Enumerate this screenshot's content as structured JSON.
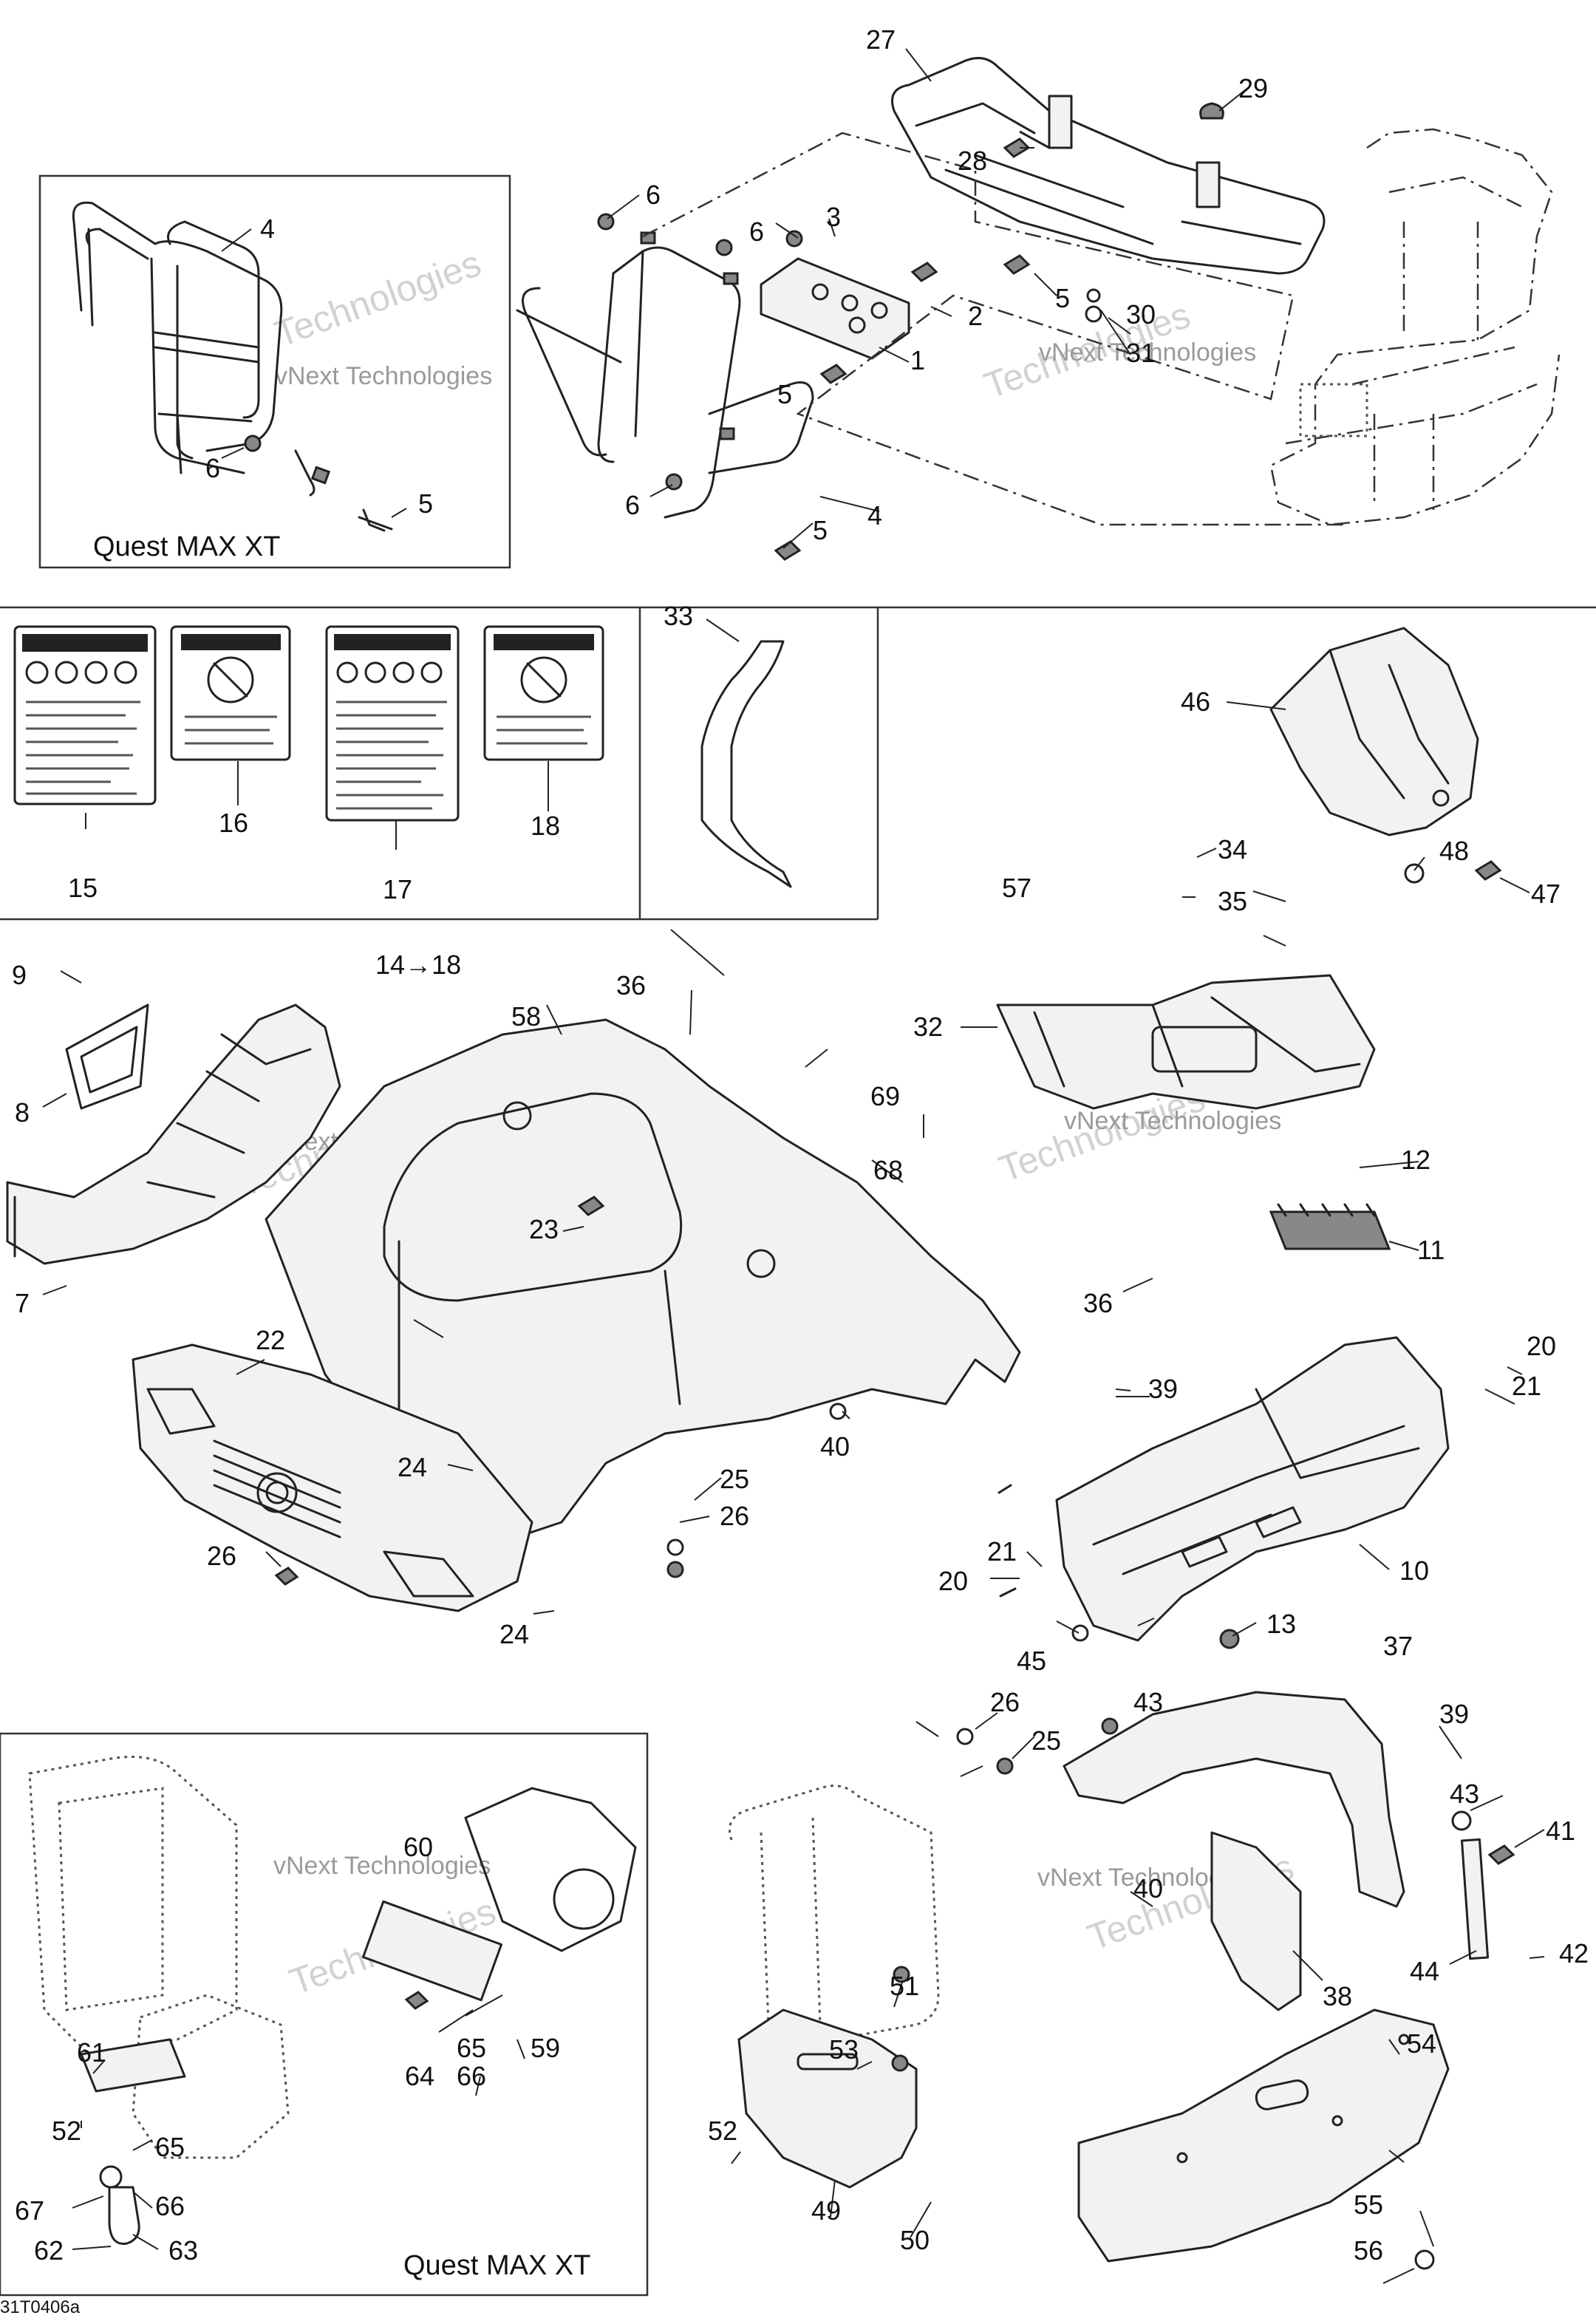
{
  "figure_code": "31T0406a",
  "inset_captions": {
    "top_left": "Quest MAX XT",
    "bottom_left": "Quest MAX XT"
  },
  "range_callout": "14→18",
  "watermark": {
    "company": "vNext Technologies",
    "word": "Technologies"
  },
  "callouts": {
    "c1": "1",
    "c2": "2",
    "c3": "3",
    "c4a": "4",
    "c4b": "4",
    "c5a": "5",
    "c5b": "5",
    "c5c": "5",
    "c5d": "5",
    "c6a": "6",
    "c6b": "6",
    "c6c": "6",
    "c6d": "6",
    "c7": "7",
    "c8": "8",
    "c9": "9",
    "c10": "10",
    "c11": "11",
    "c12": "12",
    "c13": "13",
    "c15": "15",
    "c16": "16",
    "c17": "17",
    "c18": "18",
    "c20a": "20",
    "c20b": "20",
    "c21a": "21",
    "c21b": "21",
    "c22": "22",
    "c23": "23",
    "c24a": "24",
    "c24b": "24",
    "c25a": "25",
    "c25b": "25",
    "c26a": "26",
    "c26b": "26",
    "c26c": "26",
    "c27": "27",
    "c28": "28",
    "c29": "29",
    "c30": "30",
    "c31": "31",
    "c32": "32",
    "c33": "33",
    "c34": "34",
    "c35": "35",
    "c36a": "36",
    "c36b": "36",
    "c37": "37",
    "c38": "38",
    "c39a": "39",
    "c39b": "39",
    "c40a": "40",
    "c40b": "40",
    "c41": "41",
    "c42": "42",
    "c43a": "43",
    "c43b": "43",
    "c44": "44",
    "c45": "45",
    "c46": "46",
    "c47": "47",
    "c48": "48",
    "c49": "49",
    "c50": "50",
    "c51": "51",
    "c52a": "52",
    "c52b": "52",
    "c53": "53",
    "c54": "54",
    "c55": "55",
    "c56": "56",
    "c57": "57",
    "c58": "58",
    "c59": "59",
    "c60": "60",
    "c61": "61",
    "c62": "62",
    "c63": "63",
    "c64": "64",
    "c65a": "65",
    "c65b": "65",
    "c66a": "66",
    "c66b": "66",
    "c67": "67",
    "c68": "68",
    "c69": "69"
  }
}
